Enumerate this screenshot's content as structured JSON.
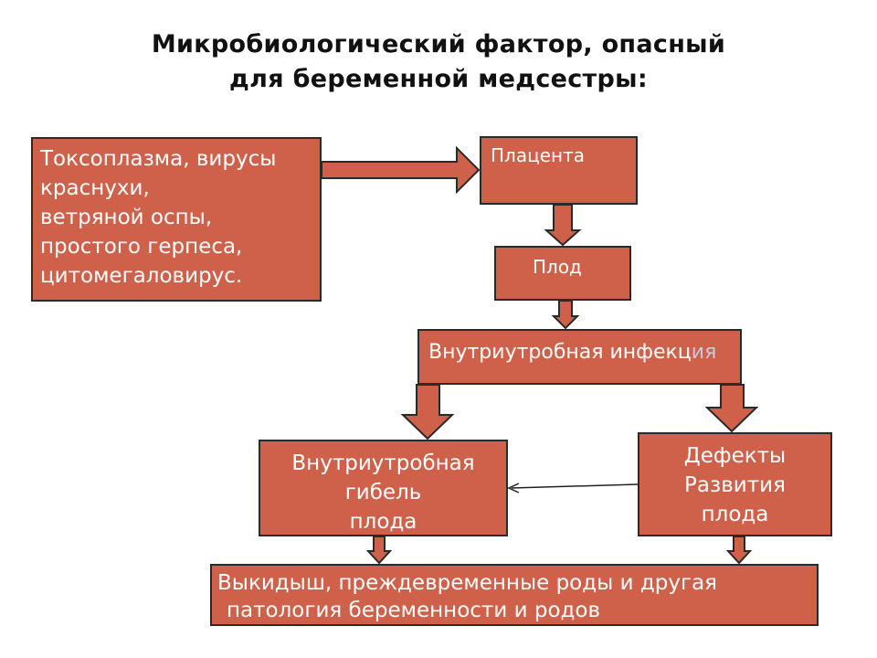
{
  "title": {
    "line1": "Микробиологический фактор, опасный",
    "line2": "для беременной медсестры:"
  },
  "diagram": {
    "source": {
      "lines": [
        "Токсоплазма, вирусы",
        "краснухи,",
        "ветряной оспы,",
        "простого  герпеса,",
        "цитомегаловирус."
      ]
    },
    "placenta": "Плацента",
    "fetus": "Плод",
    "infection": {
      "main": "Внутриутробная инфекц",
      "tail": "ия"
    },
    "death": {
      "lines": [
        "Внутриутробная",
        "гибель",
        "плода"
      ]
    },
    "defects": {
      "lines": [
        "Дефекты",
        "Развития",
        "плода"
      ]
    },
    "outcome": {
      "line1": "Выкидыш, преждевременные роды и другая",
      "line2": "патология беременности и родов"
    }
  },
  "colors": {
    "box_fill": "#cf604a",
    "box_border": "#2a2a2a",
    "box_text": "#ffffff",
    "title_text": "#111111"
  }
}
